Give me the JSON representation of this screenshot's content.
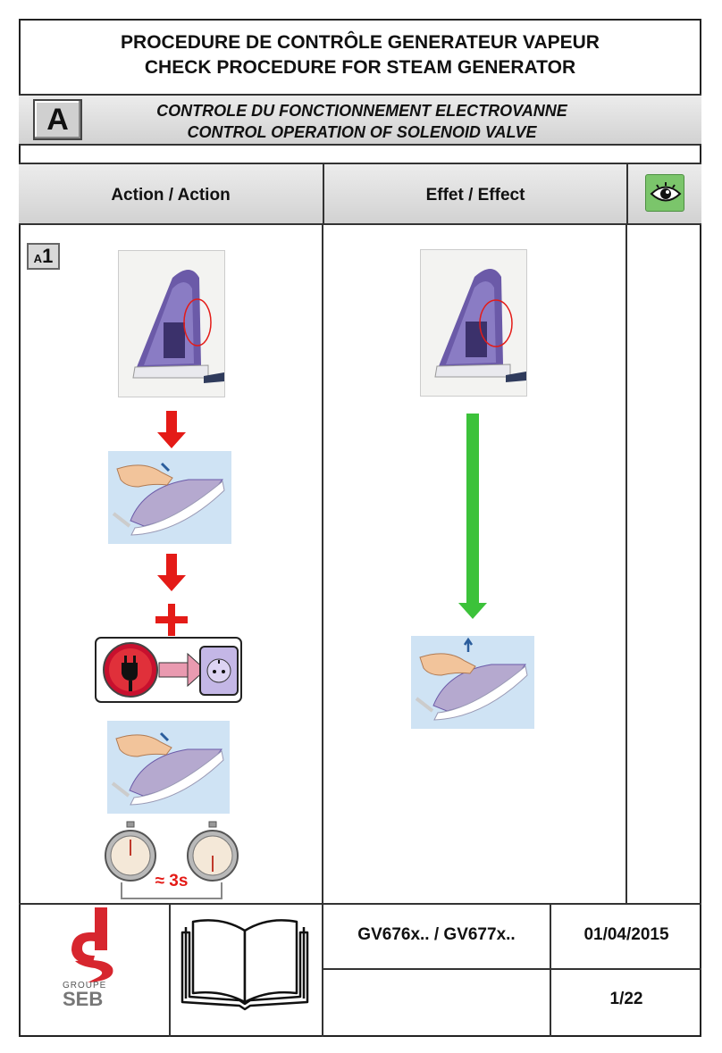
{
  "header": {
    "title_fr": "PROCEDURE DE CONTRÔLE GENERATEUR VAPEUR",
    "title_en": "CHECK PROCEDURE FOR STEAM GENERATOR"
  },
  "section": {
    "letter": "A",
    "title_fr": "CONTROLE DU FONCTIONNEMENT ELECTROVANNE",
    "title_en": "CONTROL OPERATION OF SOLENOID VALVE"
  },
  "columns": {
    "action": "Action / Action",
    "effect": "Effet / Effect"
  },
  "step": {
    "prefix": "A",
    "number": "1"
  },
  "timer_label": "≈ 3s",
  "icons": {
    "view": "eye-icon",
    "plug": "plug-icon",
    "socket": "socket-icon",
    "manual": "open-book-icon",
    "stopwatch": "stopwatch-icon"
  },
  "colors": {
    "red_arrow": "#e41b17",
    "green_arrow": "#3cc23a",
    "iron_purple": "#6b5aa8",
    "panel_blue": "#cfe3f4",
    "eye_badge": "#7bc56b",
    "seb_red": "#d7262e"
  },
  "footer": {
    "brand_top": "GROUPE",
    "brand_bottom": "SEB",
    "models": "GV676x.. / GV677x..",
    "date": "01/04/2015",
    "page": "1/22"
  }
}
